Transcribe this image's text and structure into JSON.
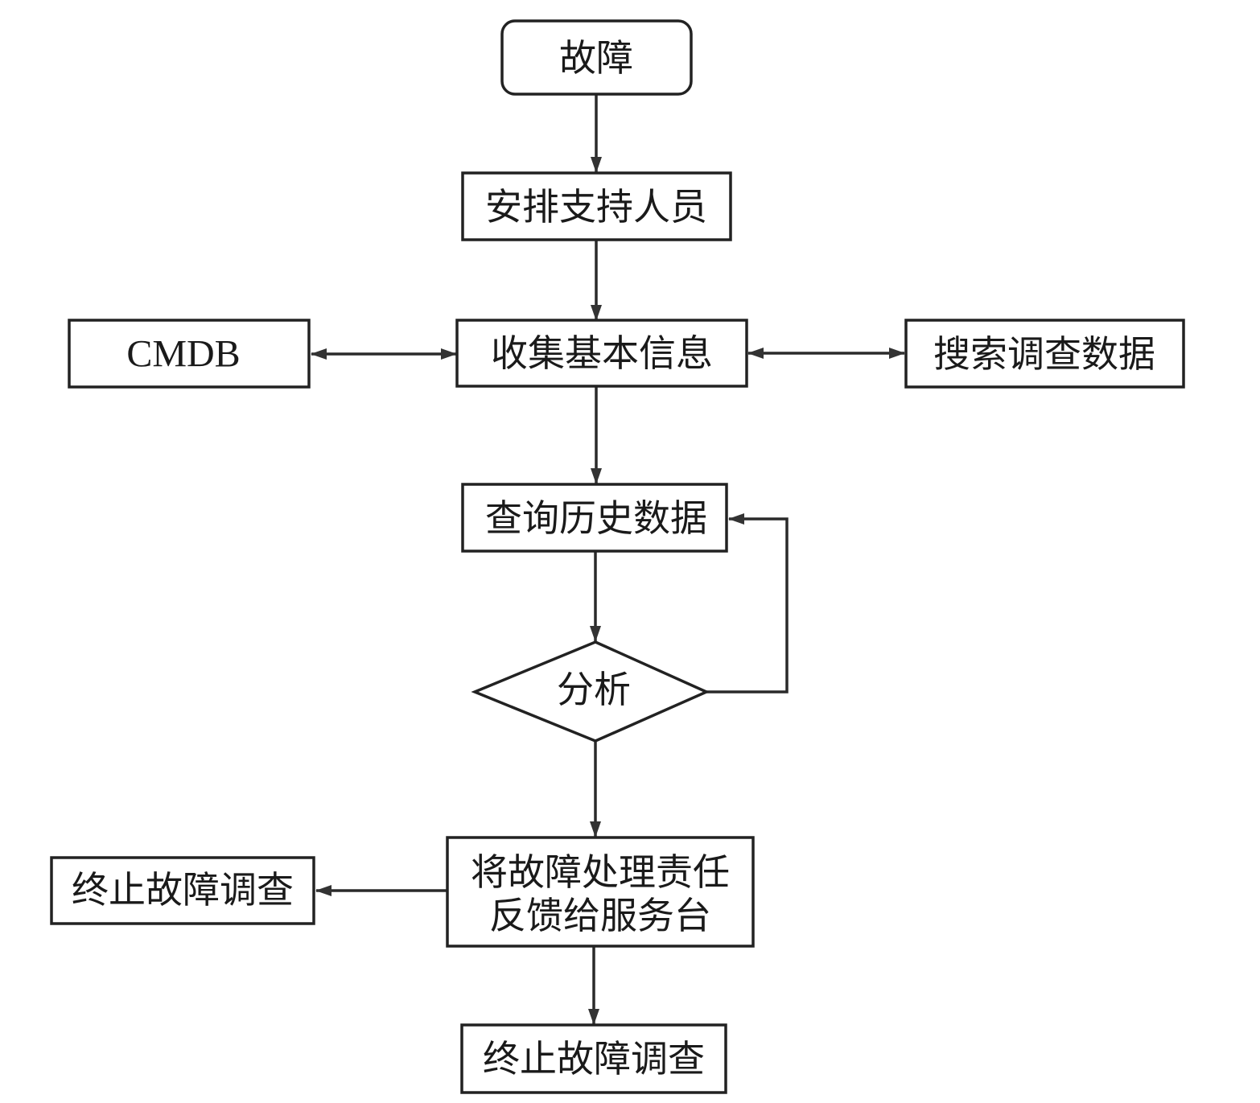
{
  "diagram": {
    "type": "flowchart",
    "colors": {
      "stroke": "#222222",
      "text": "#1a1a1a",
      "background": "#ffffff",
      "arrowhead": "#333333"
    },
    "nodes": [
      {
        "id": "fault",
        "shape": "rounded-rect",
        "lines": [
          "故障"
        ]
      },
      {
        "id": "assign",
        "shape": "rect",
        "lines": [
          "安排支持人员"
        ]
      },
      {
        "id": "collect",
        "shape": "rect",
        "lines": [
          "收集基本信息"
        ]
      },
      {
        "id": "cmdb",
        "shape": "rect",
        "lines": [
          "CMDB"
        ]
      },
      {
        "id": "search",
        "shape": "rect",
        "lines": [
          "搜索调查数据"
        ]
      },
      {
        "id": "history",
        "shape": "rect",
        "lines": [
          "查询历史数据"
        ]
      },
      {
        "id": "analyze",
        "shape": "diamond",
        "lines": [
          "分析"
        ]
      },
      {
        "id": "feedback",
        "shape": "rect",
        "lines": [
          "将故障处理责任",
          "反馈给服务台"
        ]
      },
      {
        "id": "stop-left",
        "shape": "rect",
        "lines": [
          "终止故障调查"
        ]
      },
      {
        "id": "stop-bottom",
        "shape": "rect",
        "lines": [
          "终止故障调查"
        ]
      }
    ],
    "edges": [
      {
        "from": "fault",
        "to": "assign",
        "direction": "forward"
      },
      {
        "from": "assign",
        "to": "collect",
        "direction": "forward"
      },
      {
        "from": "collect",
        "to": "cmdb",
        "direction": "both"
      },
      {
        "from": "collect",
        "to": "search",
        "direction": "both"
      },
      {
        "from": "collect",
        "to": "history",
        "direction": "forward"
      },
      {
        "from": "history",
        "to": "analyze",
        "direction": "forward"
      },
      {
        "from": "analyze",
        "to": "history",
        "direction": "forward",
        "route": "loop-right"
      },
      {
        "from": "analyze",
        "to": "feedback",
        "direction": "forward"
      },
      {
        "from": "feedback",
        "to": "stop-left",
        "direction": "forward"
      },
      {
        "from": "feedback",
        "to": "stop-bottom",
        "direction": "forward"
      }
    ]
  }
}
